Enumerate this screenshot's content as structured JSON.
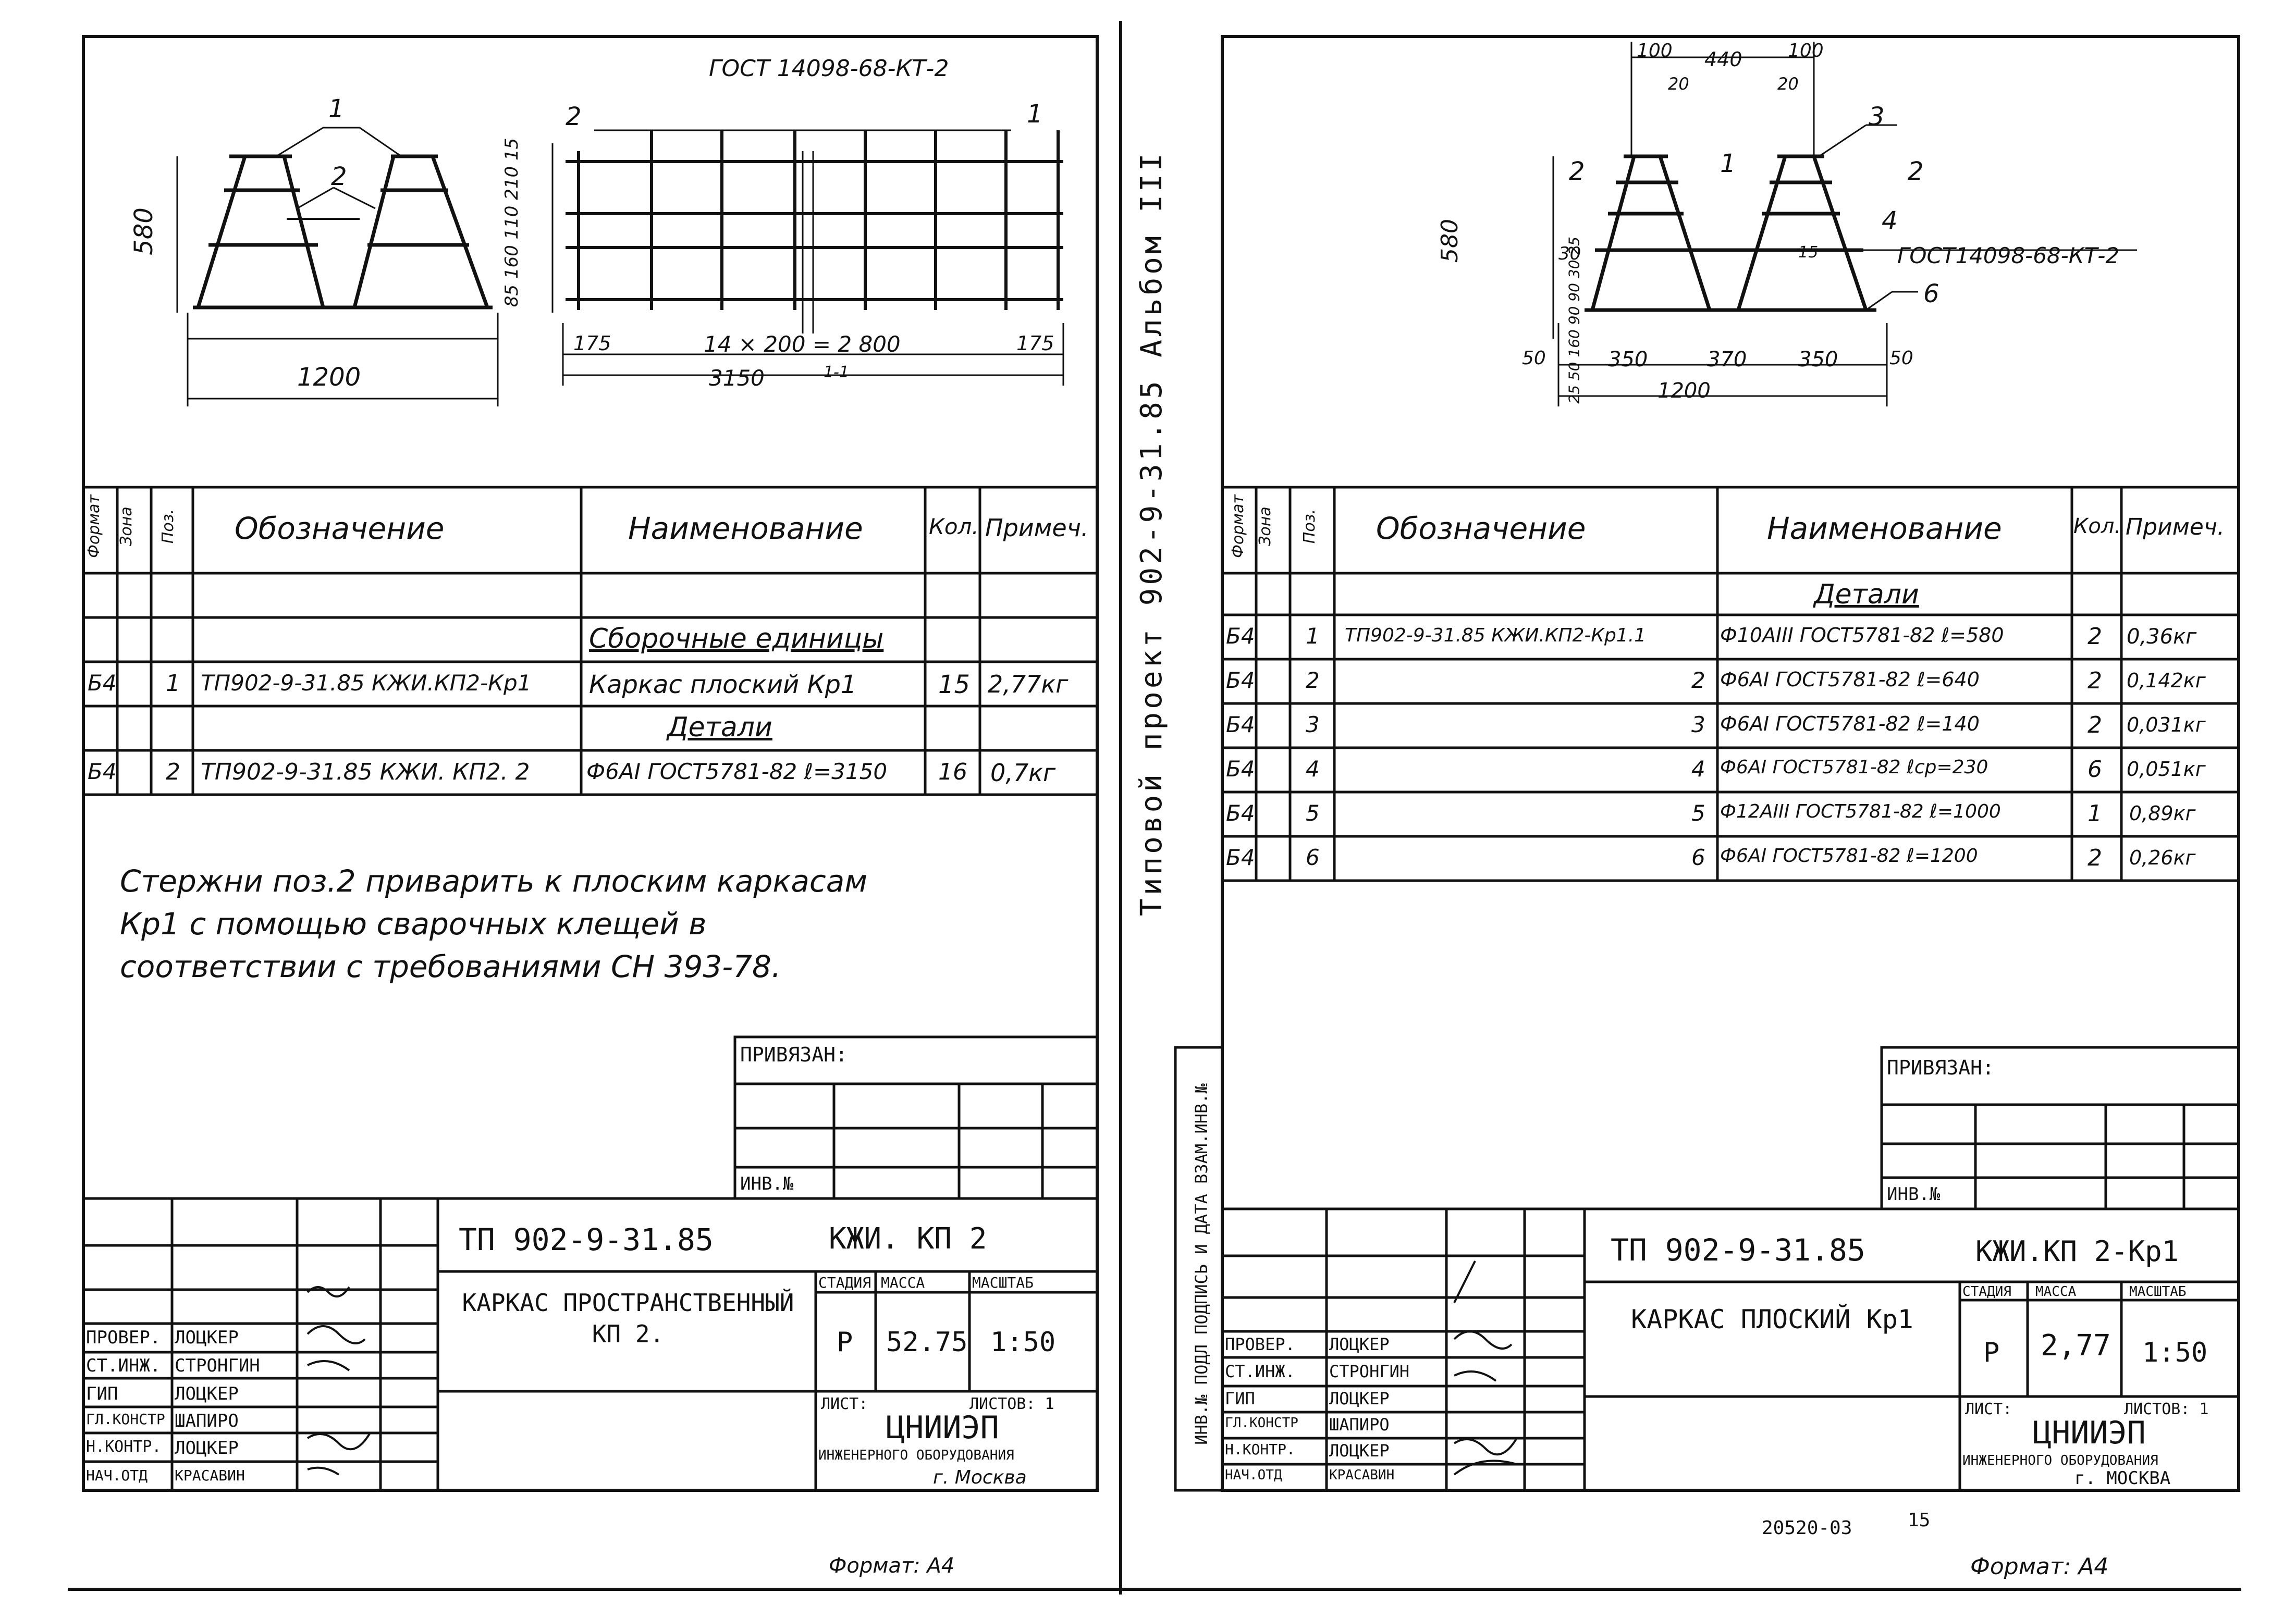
{
  "left": {
    "drawing": {
      "gost_label": "ГОСТ 14098-68-КТ-2",
      "callouts": [
        "1",
        "2",
        "2",
        "1"
      ],
      "dims": {
        "height": "580",
        "width": "1200",
        "vert": "85 160 110 210 15",
        "span_left": "175",
        "span_mid": "14 × 200 = 2 800",
        "span_right": "175",
        "span_total": "3150",
        "sym": "1-1"
      }
    },
    "table": {
      "headers": [
        "Формат",
        "Зона",
        "Поз.",
        "Обозначение",
        "Наименование",
        "Кол.",
        "Примеч."
      ],
      "section1": "Сборочные единицы",
      "section2": "Детали",
      "rows": [
        {
          "fmt": "Б4",
          "pos": "1",
          "designation": "ТП902-9-31.85 КЖИ.КП2-Кр1",
          "name": "Каркас плоский Кр1",
          "qty": "15",
          "note": "2,77кг"
        },
        {
          "fmt": "Б4",
          "pos": "2",
          "designation": "ТП902-9-31.85 КЖИ. КП2. 2",
          "name": "Ф6АI ГОСТ5781-82 ℓ=3150",
          "qty": "16",
          "note": "0,7кг"
        }
      ]
    },
    "note": "Стержни поз.2 приварить к плоским каркасам Кр1 с помощью сварочных клещей в соответствии с требованиями СН 393-78.",
    "stamp": {
      "privyazan": "ПРИВЯЗАН:",
      "inv": "ИНВ.№",
      "code": "ТП  902-9-31.85",
      "mark": "КЖИ. КП 2",
      "title": "КАРКАС ПРОСТРАНСТВЕННЫЙ КП 2.",
      "stage_h": "СТАДИЯ",
      "mass_h": "МАССА",
      "scale_h": "МАСШТАБ",
      "stage": "Р",
      "mass": "52.75",
      "scale": "1:50",
      "sheet": "ЛИСТ:",
      "sheets": "ЛИСТОВ: 1",
      "org": "ЦНИИЭП",
      "org2": "ИНЖЕНЕРНОГО ОБОРУДОВАНИЯ",
      "city": "г. Москва",
      "people": [
        {
          "role": "ПРОВЕР.",
          "name": "ЛОЦКЕР"
        },
        {
          "role": "СТ.ИНЖ.",
          "name": "СТРОНГИН"
        },
        {
          "role": "ГИП",
          "name": "ЛОЦКЕР"
        },
        {
          "role": "ГЛ.КОНСТР",
          "name": "ШАПИРО"
        },
        {
          "role": "Н.КОНТР.",
          "name": "ЛОЦКЕР"
        },
        {
          "role": "НАЧ.ОТД",
          "name": "КРАСАВИН"
        }
      ],
      "format": "Формат: А4"
    }
  },
  "spine": {
    "text": "Типовой проект 902-9-31.85  Альбом III",
    "side_stamp": "ИНВ.№ ПОДЛ  ПОДПИСЬ И ДАТА  ВЗАМ.ИНВ.№"
  },
  "right": {
    "drawing": {
      "gost_label": "ГОСТ14098-68-КТ-2",
      "callouts": [
        "1",
        "2",
        "3",
        "2",
        "4",
        "6"
      ],
      "dims": {
        "top": [
          "100",
          "440",
          "100"
        ],
        "top2": [
          "20",
          "20"
        ],
        "height": "580",
        "vert": "25 50 160 90 90 30 25",
        "side": "30",
        "inner": "15",
        "bottom": [
          "50",
          "350",
          "370",
          "350",
          "50"
        ],
        "width": "1200"
      }
    },
    "table": {
      "headers": [
        "Формат",
        "Зона",
        "Поз.",
        "Обозначение",
        "Наименование",
        "Кол.",
        "Примеч."
      ],
      "section": "Детали",
      "rows": [
        {
          "fmt": "Б4",
          "pos": "1",
          "designation": "ТП902-9-31.85 КЖИ.КП2-Кр1.1",
          "name": "Ф10АIII ГОСТ5781-82 ℓ=580",
          "qty": "2",
          "note": "0,36кг"
        },
        {
          "fmt": "Б4",
          "pos": "2",
          "designation": "2",
          "name": "Ф6АI ГОСТ5781-82 ℓ=640",
          "qty": "2",
          "note": "0,142кг"
        },
        {
          "fmt": "Б4",
          "pos": "3",
          "designation": "3",
          "name": "Ф6АI ГОСТ5781-82 ℓ=140",
          "qty": "2",
          "note": "0,031кг"
        },
        {
          "fmt": "Б4",
          "pos": "4",
          "designation": "4",
          "name": "Ф6АI ГОСТ5781-82 ℓср=230",
          "qty": "6",
          "note": "0,051кг"
        },
        {
          "fmt": "Б4",
          "pos": "5",
          "designation": "5",
          "name": "Ф12АIII ГОСТ5781-82 ℓ=1000",
          "qty": "1",
          "note": "0,89кг"
        },
        {
          "fmt": "Б4",
          "pos": "6",
          "designation": "6",
          "name": "Ф6АI ГОСТ5781-82 ℓ=1200",
          "qty": "2",
          "note": "0,26кг"
        }
      ]
    },
    "stamp": {
      "privyazan": "ПРИВЯЗАН:",
      "inv": "ИНВ.№",
      "code": "ТП  902-9-31.85",
      "mark": "КЖИ.КП 2-Кр1",
      "title": "КАРКАС ПЛОСКИЙ Кр1",
      "stage_h": "СТАДИЯ",
      "mass_h": "МАССА",
      "scale_h": "МАСШТАБ",
      "stage": "Р",
      "mass": "2,77",
      "scale": "1:50",
      "sheet": "ЛИСТ:",
      "sheets": "ЛИСТОВ: 1",
      "org": "ЦНИИЭП",
      "org2": "ИНЖЕНЕРНОГО ОБОРУДОВАНИЯ",
      "city": "г. МОСКВА",
      "people": [
        {
          "role": "ПРОВЕР.",
          "name": "ЛОЦКЕР"
        },
        {
          "role": "СТ.ИНЖ.",
          "name": "СТРОНГИН"
        },
        {
          "role": "ГИП",
          "name": "ЛОЦКЕР"
        },
        {
          "role": "ГЛ.КОНСТР",
          "name": "ШАПИРО"
        },
        {
          "role": "Н.КОНТР.",
          "name": "ЛОЦКЕР"
        },
        {
          "role": "НАЧ.ОТД",
          "name": "КРАСАВИН"
        }
      ],
      "sheet_code": "20520-03",
      "page": "15",
      "format": "Формат: А4"
    }
  }
}
